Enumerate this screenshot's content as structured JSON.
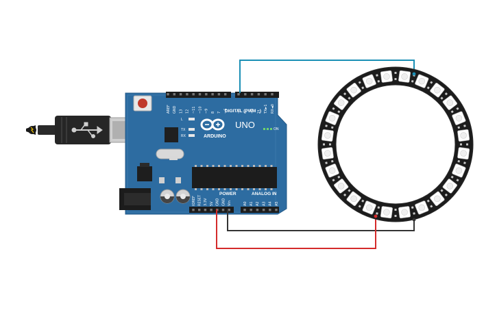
{
  "board": {
    "brand": "ARDUINO",
    "model": "UNO",
    "digital_header_label": "DIGITAL (PWM ~)",
    "power_header_label": "POWER",
    "analog_header_label": "ANALOG IN",
    "on_label": "ON",
    "led_labels": [
      "L",
      "TX",
      "RX"
    ],
    "digital_pins": [
      "AREF",
      "GND",
      "13",
      "12",
      "~11",
      "~10",
      "~9",
      "8",
      "7",
      "~6",
      "~5",
      "4",
      "~3",
      "2",
      "TX►1",
      "RX◄0"
    ],
    "power_pins": [
      "IOREF",
      "RESET",
      "3.3V",
      "5V",
      "GND",
      "GND",
      "Vin"
    ],
    "analog_pins": [
      "A0",
      "A1",
      "A2",
      "A3",
      "A4",
      "A5"
    ],
    "board_color": "#2d6ca1"
  },
  "ring": {
    "pixel_count": 24
  },
  "wires": [
    {
      "name": "data",
      "color": "#1a8fb5"
    },
    {
      "name": "ground",
      "color": "#333333"
    },
    {
      "name": "power",
      "color": "#d42a2a"
    }
  ]
}
